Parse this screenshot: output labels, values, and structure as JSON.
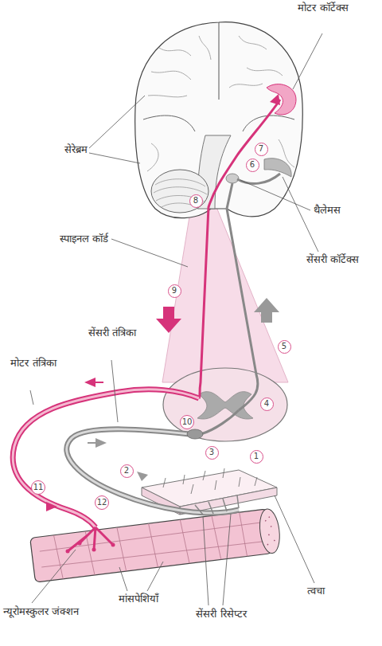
{
  "diagram": {
    "nodes": [
      {
        "text": [
          "1"
        ]
      },
      {
        "text": [
          "2"
        ]
      },
      {
        "text": [
          "3"
        ]
      },
      {
        "text": [
          "4"
        ]
      },
      {
        "text": [
          "5"
        ]
      },
      {
        "text": [
          "6"
        ]
      },
      {
        "text": [
          "7"
        ]
      },
      {
        "text": [
          "8"
        ]
      },
      {
        "text": [
          "9"
        ]
      },
      {
        "text": [
          "10"
        ]
      },
      {
        "text": [
          "11"
        ]
      },
      {
        "text": [
          "12"
        ]
      }
    ],
    "labels": [
      "मोटर कॉर्टेक्स",
      "सेरेब्रम",
      "थैलेमस",
      "स्पाइनल कॉर्ड",
      "सेंसरी कॉर्टेक्स",
      "सेंसरी तंत्रिका",
      "मोटर तंत्रिका",
      "मांसपेशियाँ",
      "न्यूरोमस्कुलर जंक्शन",
      "त्वचा",
      "सेंसरी रिसेप्टर"
    ]
  }
}
